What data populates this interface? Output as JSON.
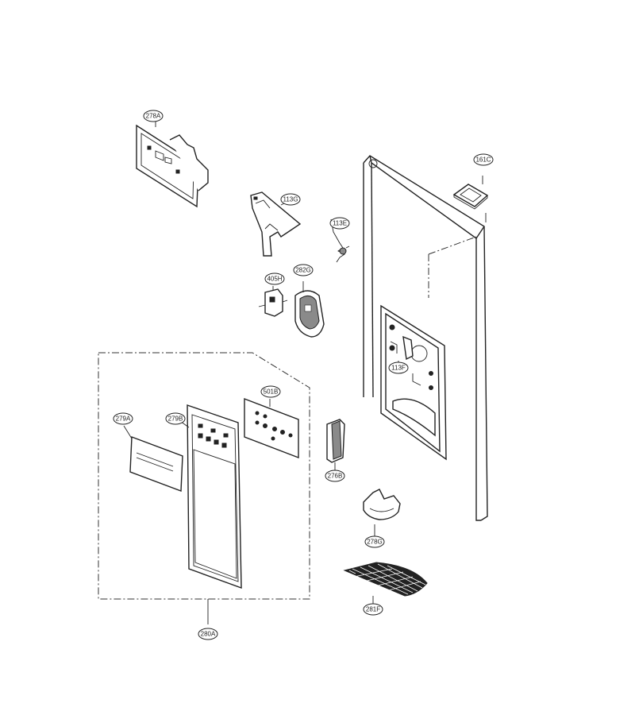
{
  "diagram": {
    "parts": [
      {
        "id": "278A",
        "label": "278A"
      },
      {
        "id": "113G",
        "label": "113G"
      },
      {
        "id": "113E",
        "label": "113E"
      },
      {
        "id": "161C",
        "label": "161C"
      },
      {
        "id": "405H",
        "label": "405H"
      },
      {
        "id": "282G",
        "label": "282G"
      },
      {
        "id": "113F",
        "label": "113F"
      },
      {
        "id": "501B",
        "label": "501B"
      },
      {
        "id": "279A",
        "label": "279A"
      },
      {
        "id": "279B",
        "label": "279B"
      },
      {
        "id": "276B",
        "label": "276B"
      },
      {
        "id": "278G",
        "label": "278G"
      },
      {
        "id": "281F",
        "label": "281F"
      },
      {
        "id": "280A",
        "label": "280A"
      }
    ]
  }
}
